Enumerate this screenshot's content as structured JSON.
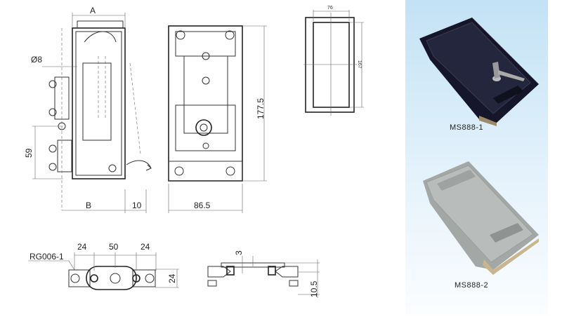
{
  "side_view": {
    "dim_a": "A",
    "dim_diameter": "Ø8",
    "dim_height": "59",
    "dim_b": "B",
    "dim_offset": "10"
  },
  "front_view": {
    "dim_height": "177.5",
    "dim_width": "86.5"
  },
  "cutout": {
    "dim_width": "76",
    "dim_height": "167"
  },
  "bracket_top": {
    "part_label": "RG006-1",
    "dim_left": "24",
    "dim_center": "50",
    "dim_right": "24",
    "dim_height": "24"
  },
  "bracket_side": {
    "dim_thickness": "3",
    "dim_height": "10.5"
  },
  "products": [
    {
      "label": "MS888-1",
      "color": "#1c1d33"
    },
    {
      "label": "MS888-2",
      "color": "#a9adab"
    }
  ]
}
